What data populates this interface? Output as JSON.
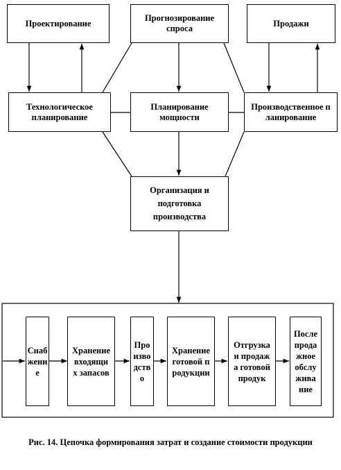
{
  "boxes": {
    "design": "Проектирование",
    "forecast": "Прогнозирование спроса",
    "sales": "Продажи",
    "tech_planning": "Технологическое планирование",
    "capacity_planning": "Планирование мощности",
    "production_planning": "Производственное планирование",
    "organization": "Организация и подготовка производства"
  },
  "chain": {
    "supply": "Снабжение",
    "input_storage": "Хранение входящих запасов",
    "production": "Производство",
    "finished_storage": "Хранение готовой продукции",
    "shipping_sales": "Отгрузка и продажа готовой продук",
    "after_sales": "Послепродажное обслуживание"
  },
  "caption": "Рис. 14. Цепочка формирования затрат и создание стоимости продукции"
}
